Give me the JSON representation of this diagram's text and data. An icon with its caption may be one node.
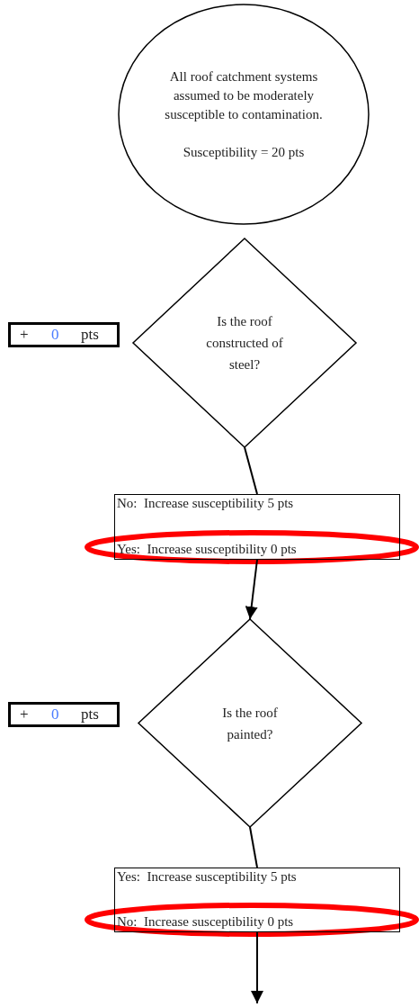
{
  "diagram": {
    "nodes": [
      {
        "text": [
          "All roof catchment systems assumed to be moderately susceptible to contamination.",
          "Susceptibility = 20 pts"
        ]
      },
      {
        "text": [
          "+",
          "0",
          "pts"
        ]
      },
      {
        "text": [
          "Is the roof constructed of steel?"
        ]
      },
      {
        "text": [
          "No:  Increase susceptibility 5 pts",
          "Yes:  Increase susceptibility 0 pts"
        ]
      },
      {
        "text": [
          "+",
          "0",
          "pts"
        ]
      },
      {
        "text": [
          "Is the roof painted?"
        ]
      },
      {
        "text": [
          "Yes:  Increase susceptibility 5 pts",
          "No:  Increase susceptibility 0 pts"
        ]
      }
    ],
    "edges": [
      {
        "from": 2,
        "to": 3,
        "arrow": "none"
      },
      {
        "from": 3,
        "to": 5,
        "arrow": "to"
      },
      {
        "from": 5,
        "to": 6,
        "arrow": "none"
      },
      {
        "from": 6,
        "to": null,
        "arrow": "to"
      }
    ]
  }
}
